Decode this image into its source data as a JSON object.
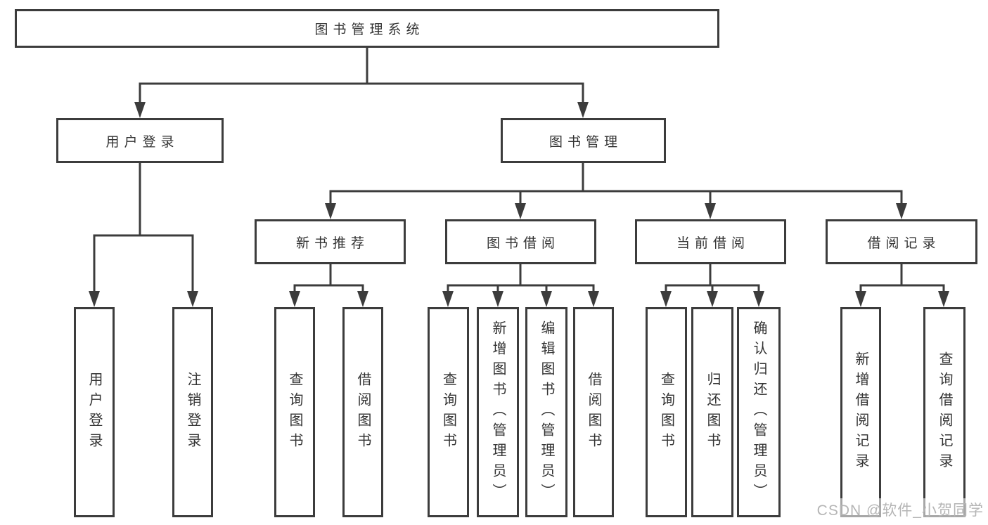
{
  "diagram": {
    "root": "图书管理系统",
    "level2": {
      "user_login": "用户登录",
      "book_mgmt": "图书管理"
    },
    "level3": {
      "new_book": "新书推荐",
      "book_borrow": "图书借阅",
      "current_borrow": "当前借阅",
      "borrow_record": "借阅记录"
    },
    "leaves": {
      "user_login": [
        "用户登录",
        "注销登录"
      ],
      "new_book": [
        "查询图书",
        "借阅图书"
      ],
      "book_borrow": [
        "查询图书",
        "新增图书（管理员）",
        "编辑图书（管理员）",
        "借阅图书"
      ],
      "current_borrow": [
        "查询图书",
        "归还图书",
        "确认归还（管理员）"
      ],
      "borrow_record": [
        "新增借阅记录",
        "查询借阅记录"
      ]
    }
  },
  "watermark": "CSDN @软件_小贺同学",
  "colors": {
    "background": "#ffffff",
    "box_fill": "#ffffff",
    "line": "#3c3c3c",
    "text": "#333333",
    "watermark_text": "#b5b5b5"
  }
}
